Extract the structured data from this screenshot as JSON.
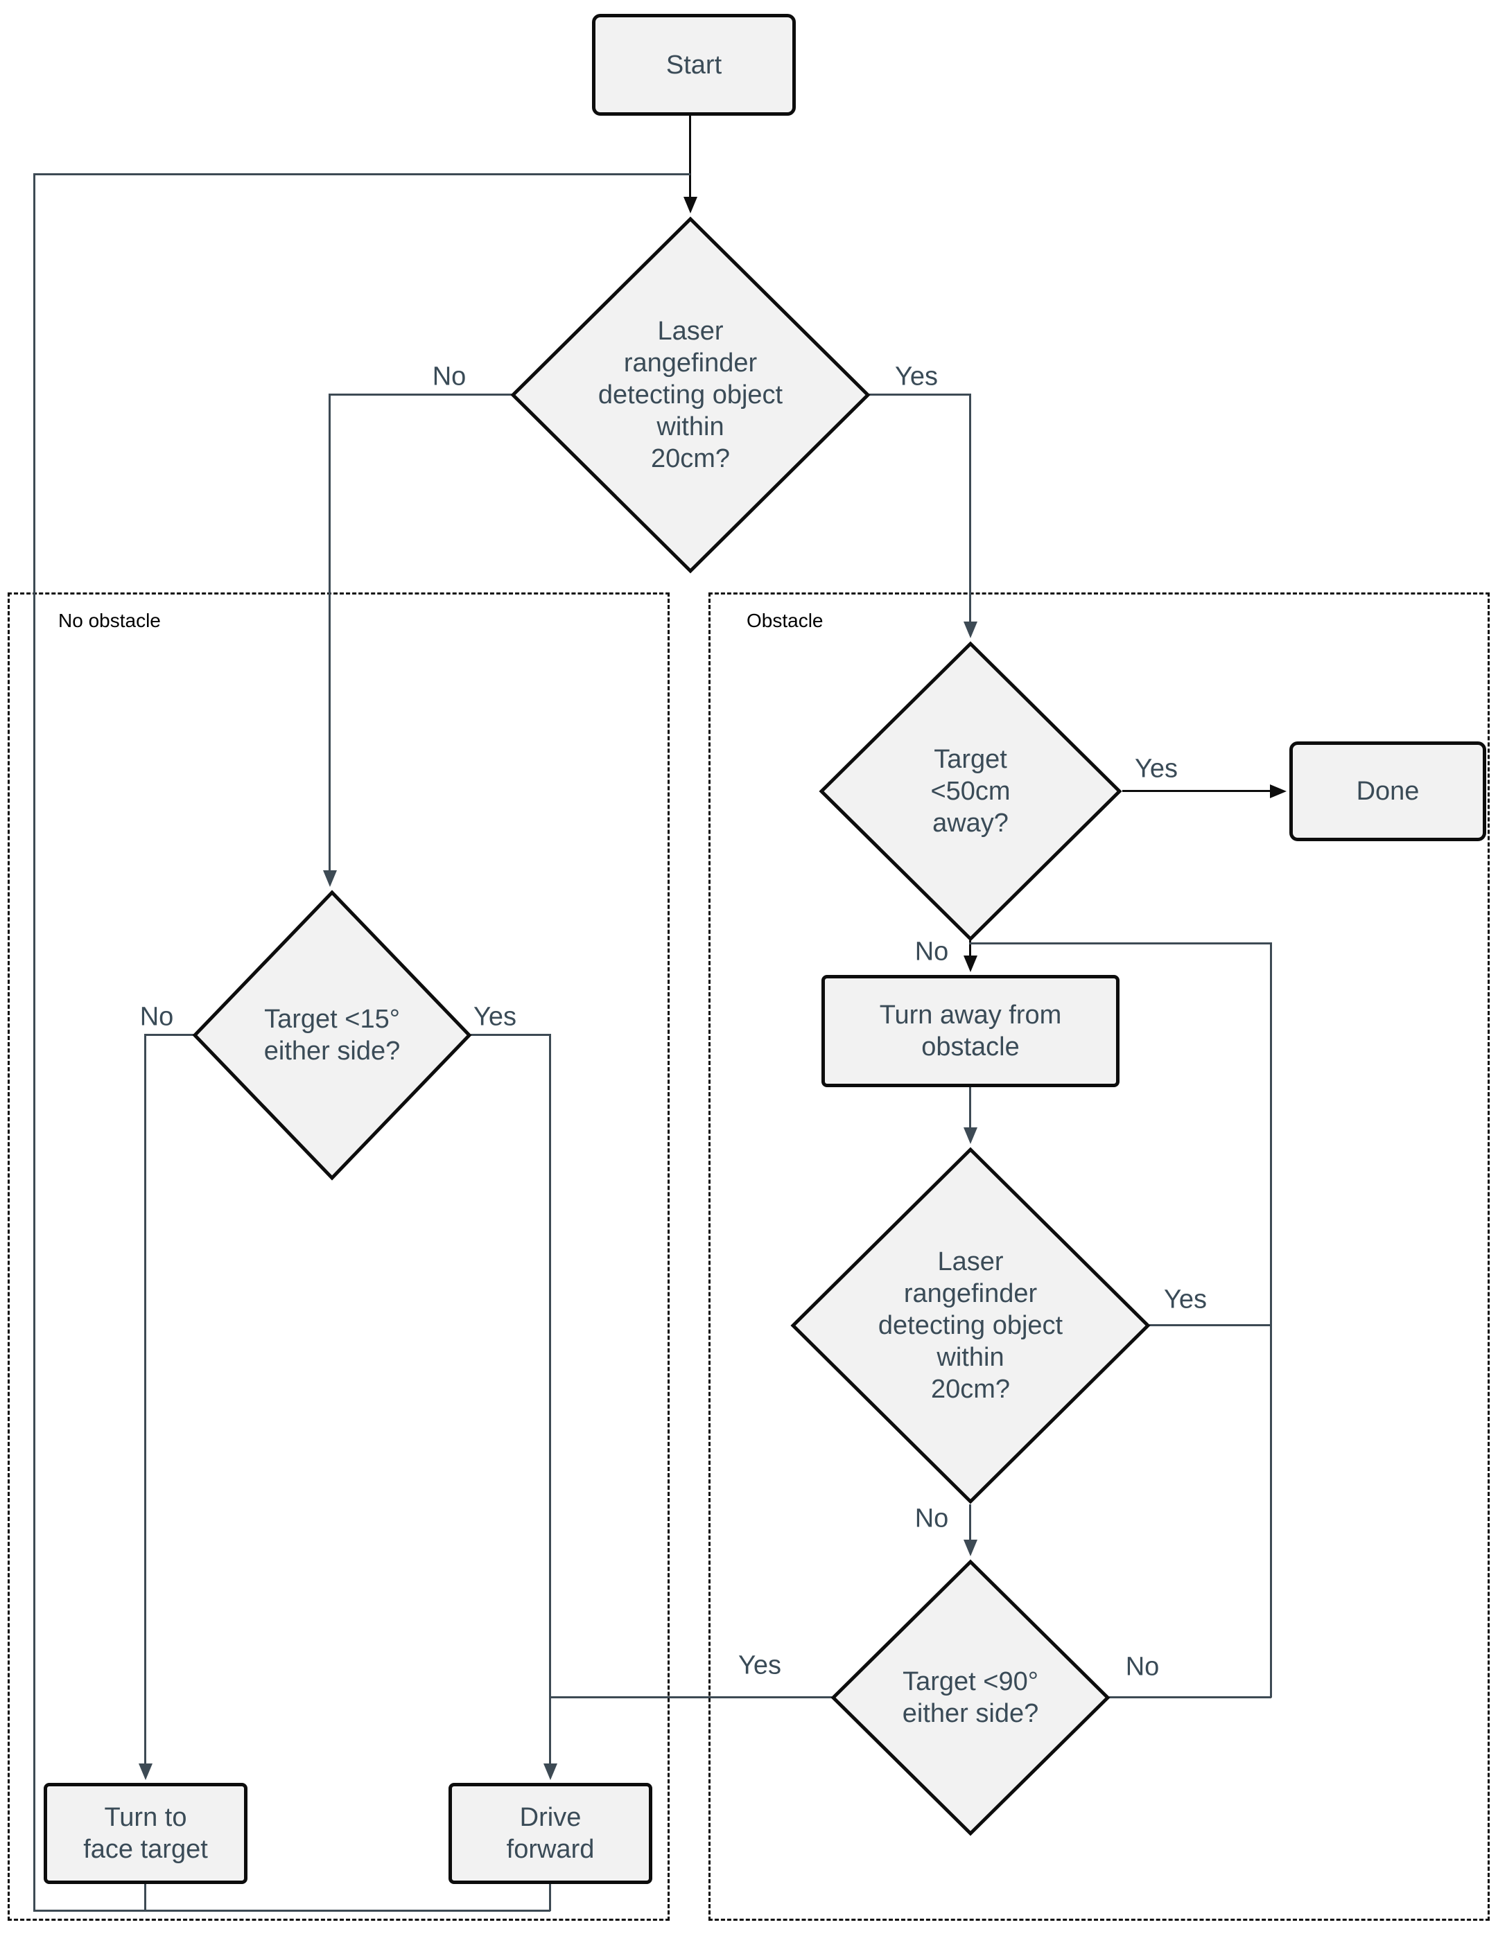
{
  "diagram": {
    "regions": [
      {
        "label": "No obstacle"
      },
      {
        "label": "Obstacle"
      }
    ],
    "nodes": {
      "start": {
        "label": "Start",
        "type": "terminator"
      },
      "d1": {
        "label": "Laser\nrangefinder\ndetecting object\nwithin\n20cm?",
        "type": "decision"
      },
      "d2": {
        "label": "Target <15°\neither side?",
        "type": "decision"
      },
      "d3": {
        "label": "Target\n<50cm\naway?",
        "type": "decision"
      },
      "done": {
        "label": "Done",
        "type": "terminator"
      },
      "turn_away": {
        "label": "Turn away from\nobstacle",
        "type": "process"
      },
      "d4": {
        "label": "Laser\nrangefinder\ndetecting object\nwithin\n20cm?",
        "type": "decision"
      },
      "d5": {
        "label": "Target <90°\neither side?",
        "type": "decision"
      },
      "turn_to": {
        "label": "Turn to\nface target",
        "type": "process"
      },
      "drive": {
        "label": "Drive\nforward",
        "type": "process"
      }
    },
    "edge_labels": {
      "d1_no": "No",
      "d1_yes": "Yes",
      "d2_no": "No",
      "d2_yes": "Yes",
      "d3_yes": "Yes",
      "d3_no": "No",
      "d4_yes": "Yes",
      "d4_no": "No",
      "d5_yes": "Yes",
      "d5_no": "No"
    },
    "colors": {
      "connector": "#3d4a54",
      "shape_border": "#0d0d0d",
      "shape_fill": "#f2f2f2",
      "text": "#3a4b57",
      "label_text": "#000000",
      "background": "#ffffff"
    }
  }
}
